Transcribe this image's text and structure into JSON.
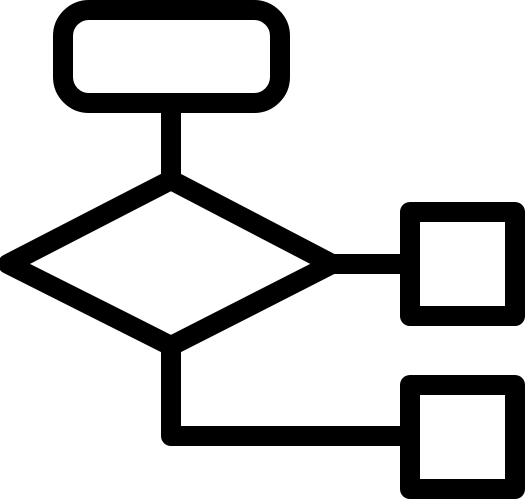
{
  "diagram": {
    "type": "flowchart-icon",
    "icon_name": "flowchart-icon",
    "stroke_color": "#000000",
    "background_color": "#ffffff",
    "nodes": [
      {
        "id": "start",
        "shape": "rounded-rectangle",
        "label": ""
      },
      {
        "id": "decision",
        "shape": "diamond",
        "label": ""
      },
      {
        "id": "outcome-right",
        "shape": "square",
        "label": ""
      },
      {
        "id": "outcome-bottom",
        "shape": "square",
        "label": ""
      }
    ],
    "edges": [
      {
        "from": "start",
        "to": "decision"
      },
      {
        "from": "decision",
        "to": "outcome-right"
      },
      {
        "from": "decision",
        "to": "outcome-bottom"
      }
    ]
  }
}
